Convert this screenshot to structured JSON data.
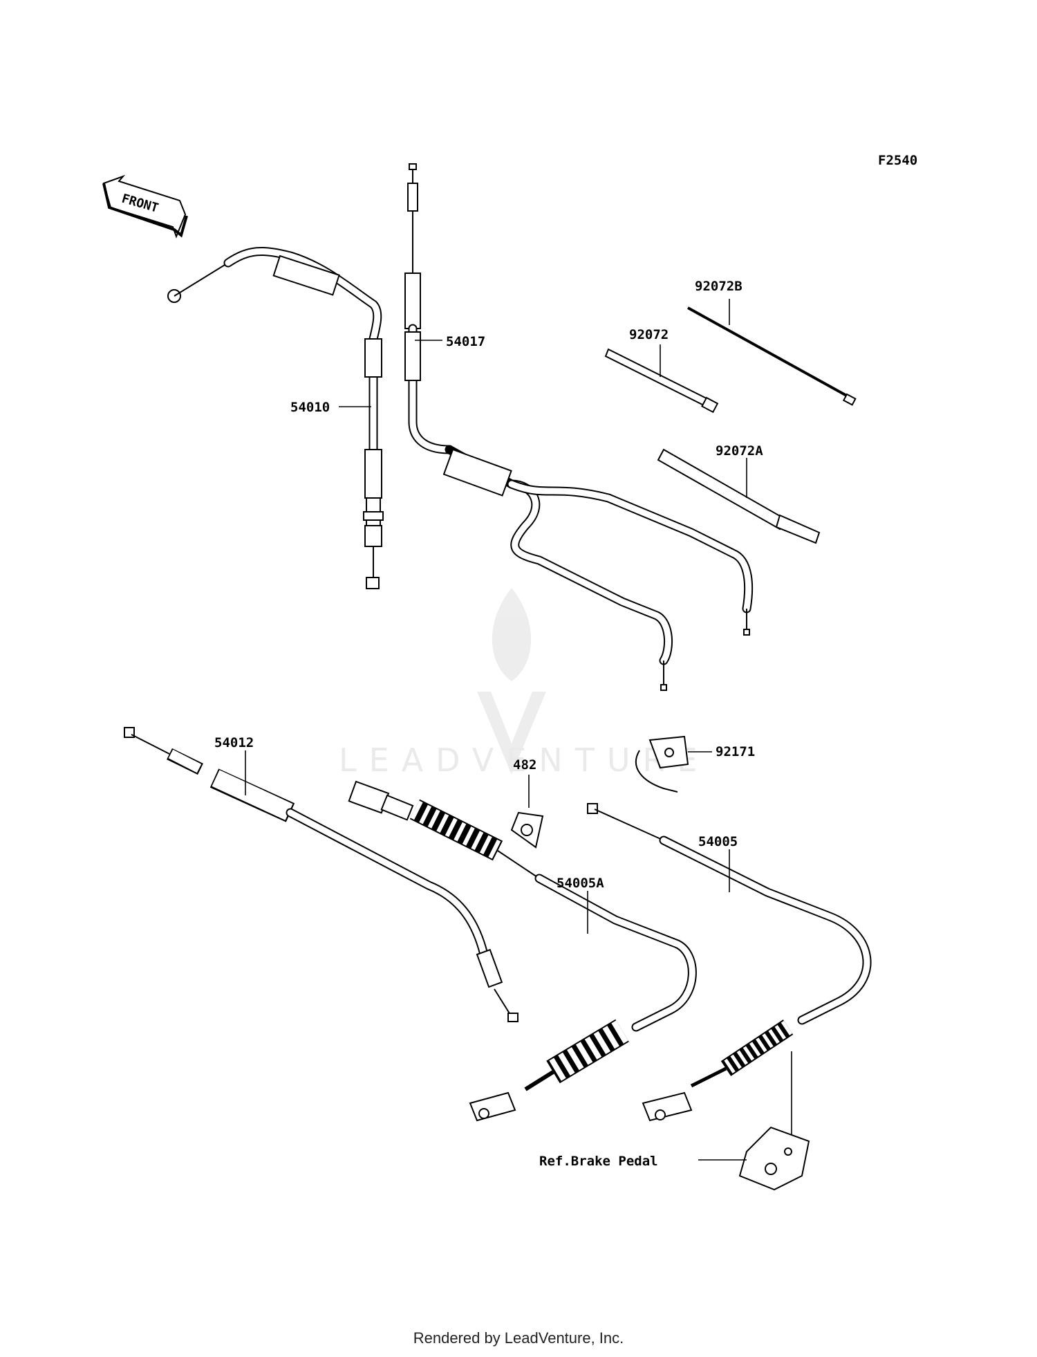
{
  "diagram_code": "F2540",
  "front_label": "FRONT",
  "watermark": "LEADVENTURE",
  "footer": "Rendered by LeadVenture, Inc.",
  "parts": {
    "p54010": "54010",
    "p54017": "54017",
    "p92072B": "92072B",
    "p92072": "92072",
    "p92072A": "92072A",
    "p54012": "54012",
    "p482": "482",
    "p92171": "92171",
    "p54005A": "54005A",
    "p54005": "54005",
    "ref_brake_pedal": "Ref.Brake Pedal"
  }
}
